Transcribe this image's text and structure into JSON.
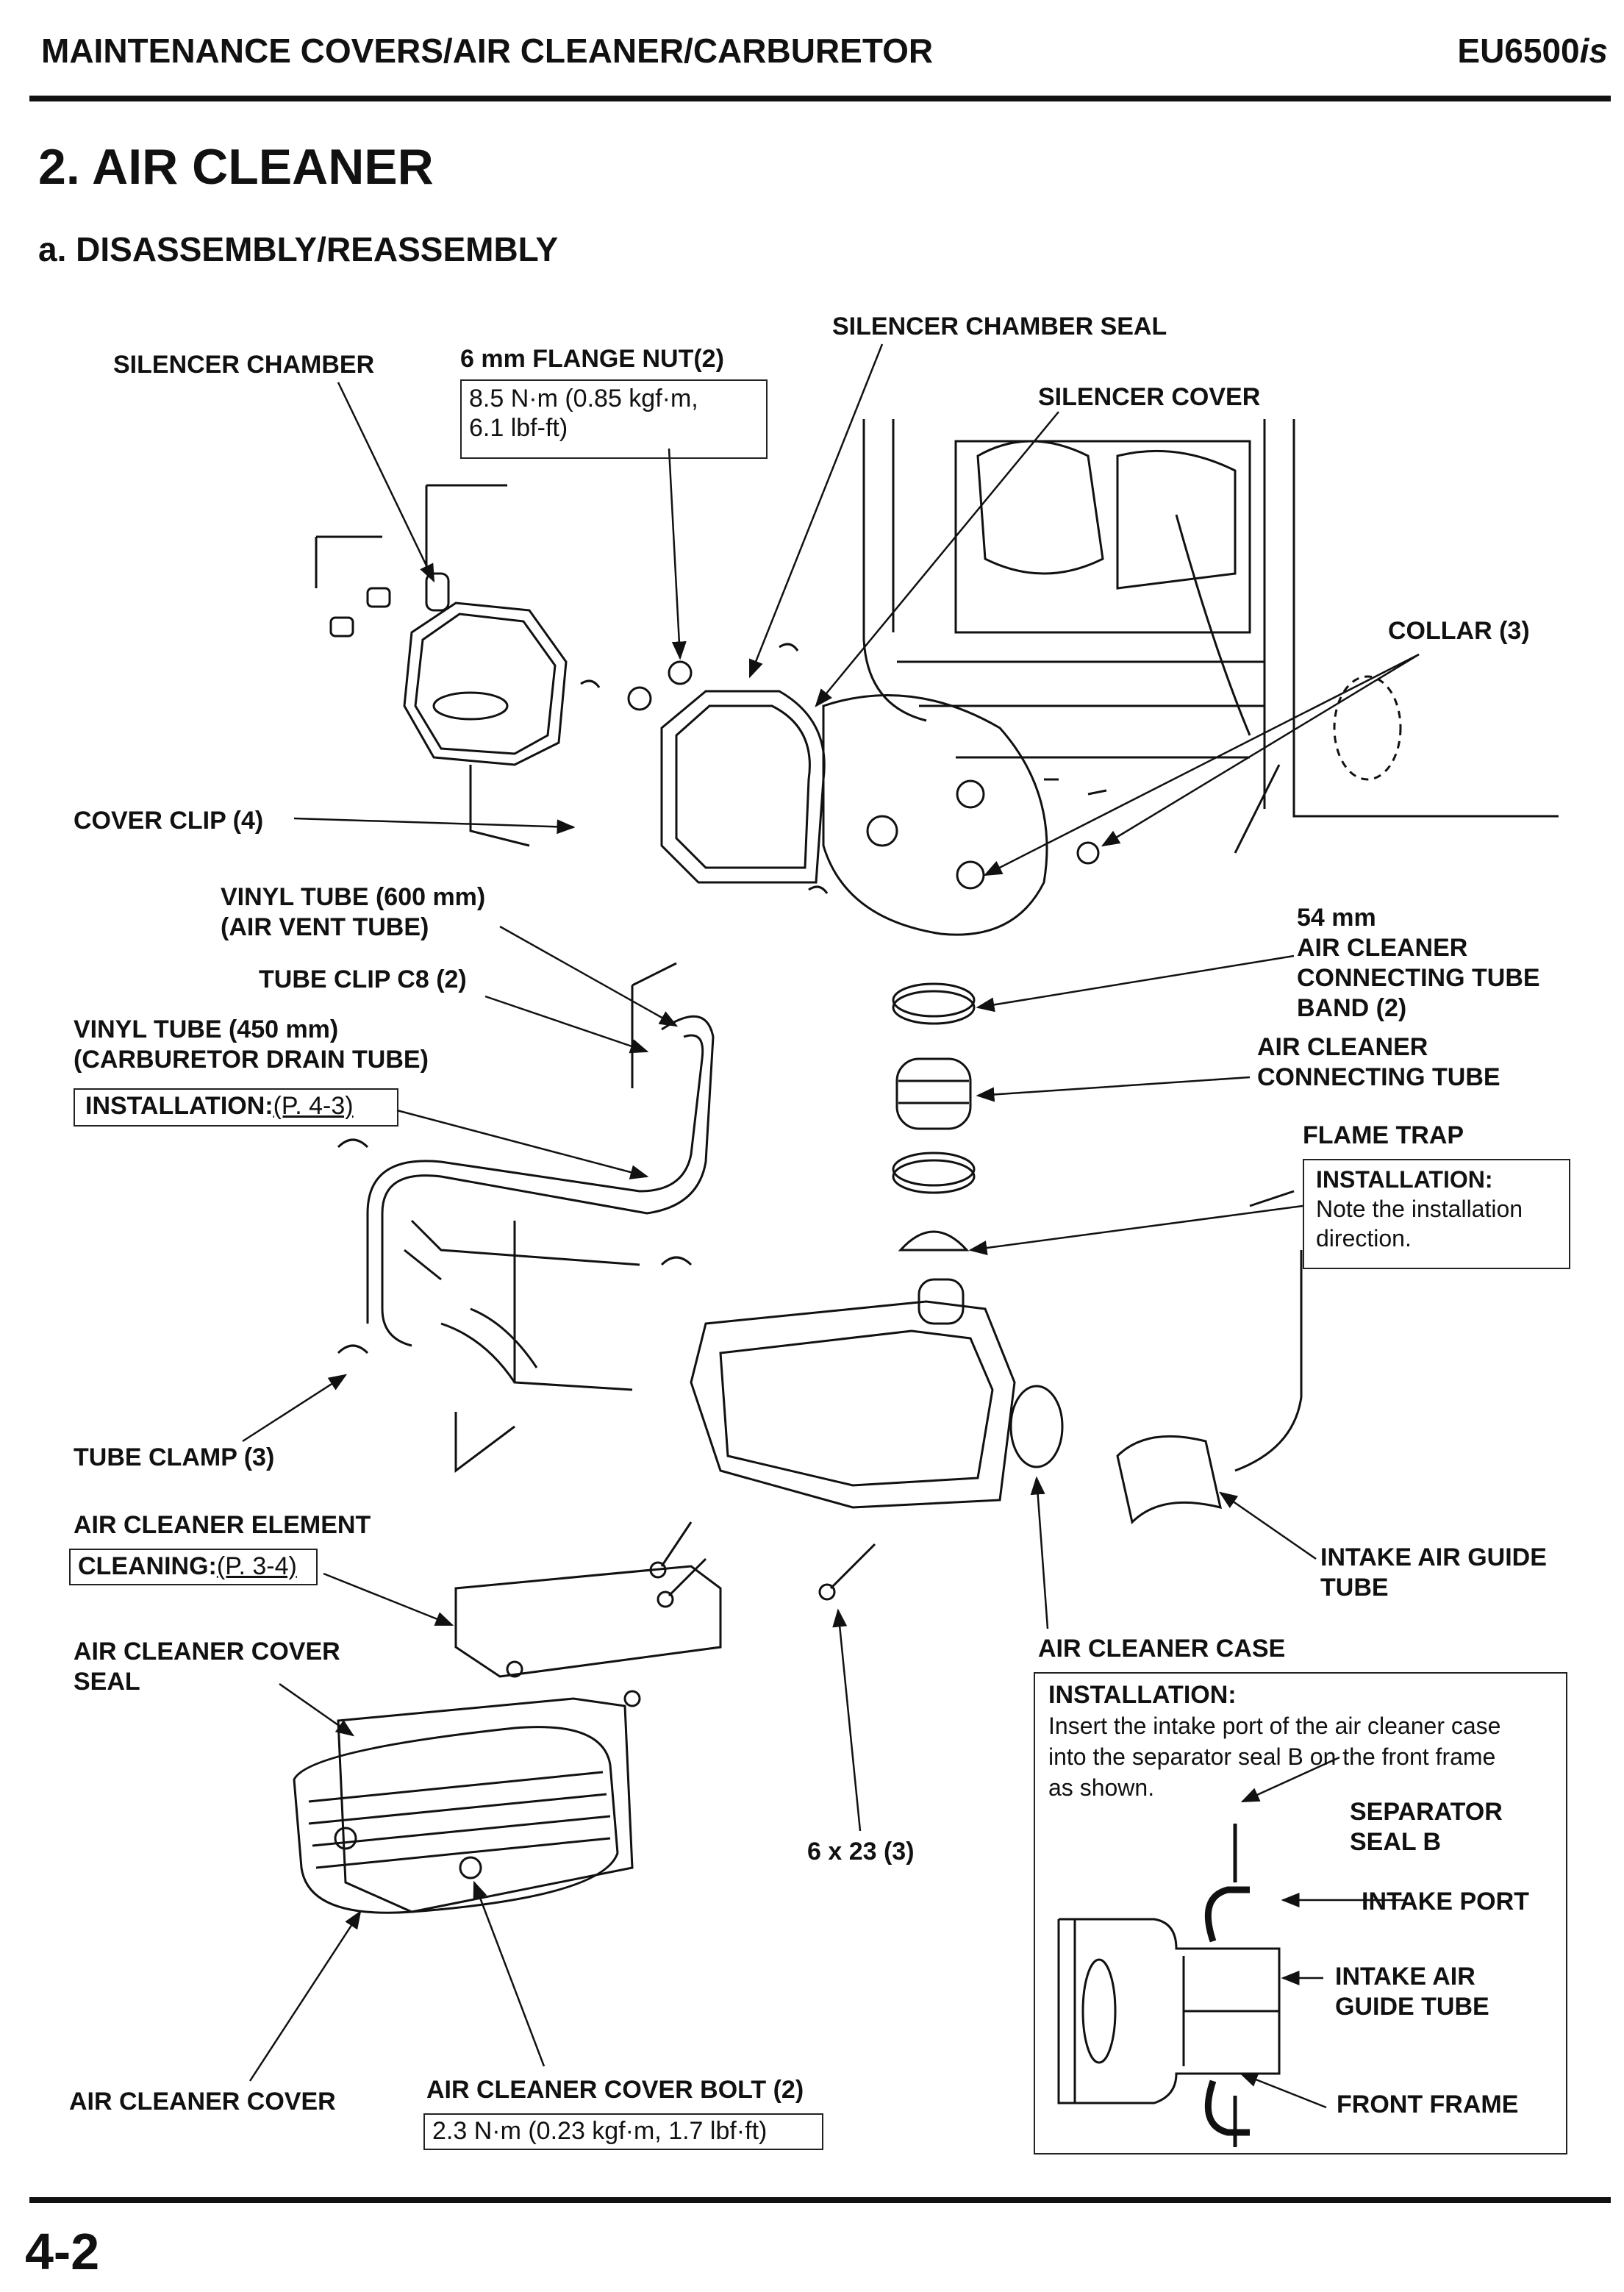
{
  "header": {
    "section": "MAINTENANCE COVERS/AIR CLEANER/CARBURETOR",
    "model": "EU6500is"
  },
  "title": "2. AIR CLEANER",
  "subtitle": "a. DISASSEMBLY/REASSEMBLY",
  "labels": {
    "silencer_chamber_seal": "SILENCER CHAMBER SEAL",
    "silencer_chamber": "SILENCER CHAMBER",
    "flange_nut": "6 mm FLANGE NUT(2)",
    "flange_nut_torque_1": "8.5 N·m (0.85 kgf·m,",
    "flange_nut_torque_2": "6.1 lbf-ft)",
    "silencer_cover": "SILENCER COVER",
    "collar": "COLLAR (3)",
    "cover_clip": "COVER CLIP (4)",
    "vinyl_tube_600_1": "VINYL TUBE (600 mm)",
    "vinyl_tube_600_2": "(AIR VENT TUBE)",
    "band_1": "54 mm",
    "band_2": "AIR CLEANER",
    "band_3": "CONNECTING TUBE",
    "band_4": "BAND (2)",
    "tube_clip": "TUBE CLIP C8 (2)",
    "vinyl_tube_450_1": "VINYL TUBE (450 mm)",
    "vinyl_tube_450_2": "(CARBURETOR DRAIN TUBE)",
    "installation_label": "INSTALLATION:",
    "installation_ref": "(P. 4-3)",
    "connecting_tube_1": "AIR CLEANER",
    "connecting_tube_2": "CONNECTING TUBE",
    "flame_trap": "FLAME TRAP",
    "flame_trap_install": "INSTALLATION:",
    "flame_trap_note_1": "Note the installation",
    "flame_trap_note_2": "direction.",
    "tube_clamp": "TUBE CLAMP (3)",
    "element": "AIR CLEANER ELEMENT",
    "cleaning_label": "CLEANING:",
    "cleaning_ref": "(P. 3-4)",
    "intake_guide_1": "INTAKE AIR GUIDE",
    "intake_guide_2": "TUBE",
    "cover_seal_1": "AIR CLEANER COVER",
    "cover_seal_2": "SEAL",
    "case": "AIR CLEANER CASE",
    "case_install": "INSTALLATION:",
    "case_note_1": "Insert the intake port of the air cleaner case",
    "case_note_2": "into the separator seal B on the front frame",
    "case_note_3": "as shown.",
    "separator_1": "SEPARATOR",
    "separator_2": "SEAL B",
    "intake_port": "INTAKE PORT",
    "inset_guide_1": "INTAKE AIR",
    "inset_guide_2": "GUIDE TUBE",
    "front_frame": "FRONT FRAME",
    "bolt_size": "6 x 23 (3)",
    "cover": "AIR CLEANER COVER",
    "cover_bolt": "AIR CLEANER COVER BOLT (2)",
    "cover_bolt_torque": "2.3 N·m (0.23 kgf·m, 1.7 lbf·ft)"
  },
  "page_number": "4-2"
}
